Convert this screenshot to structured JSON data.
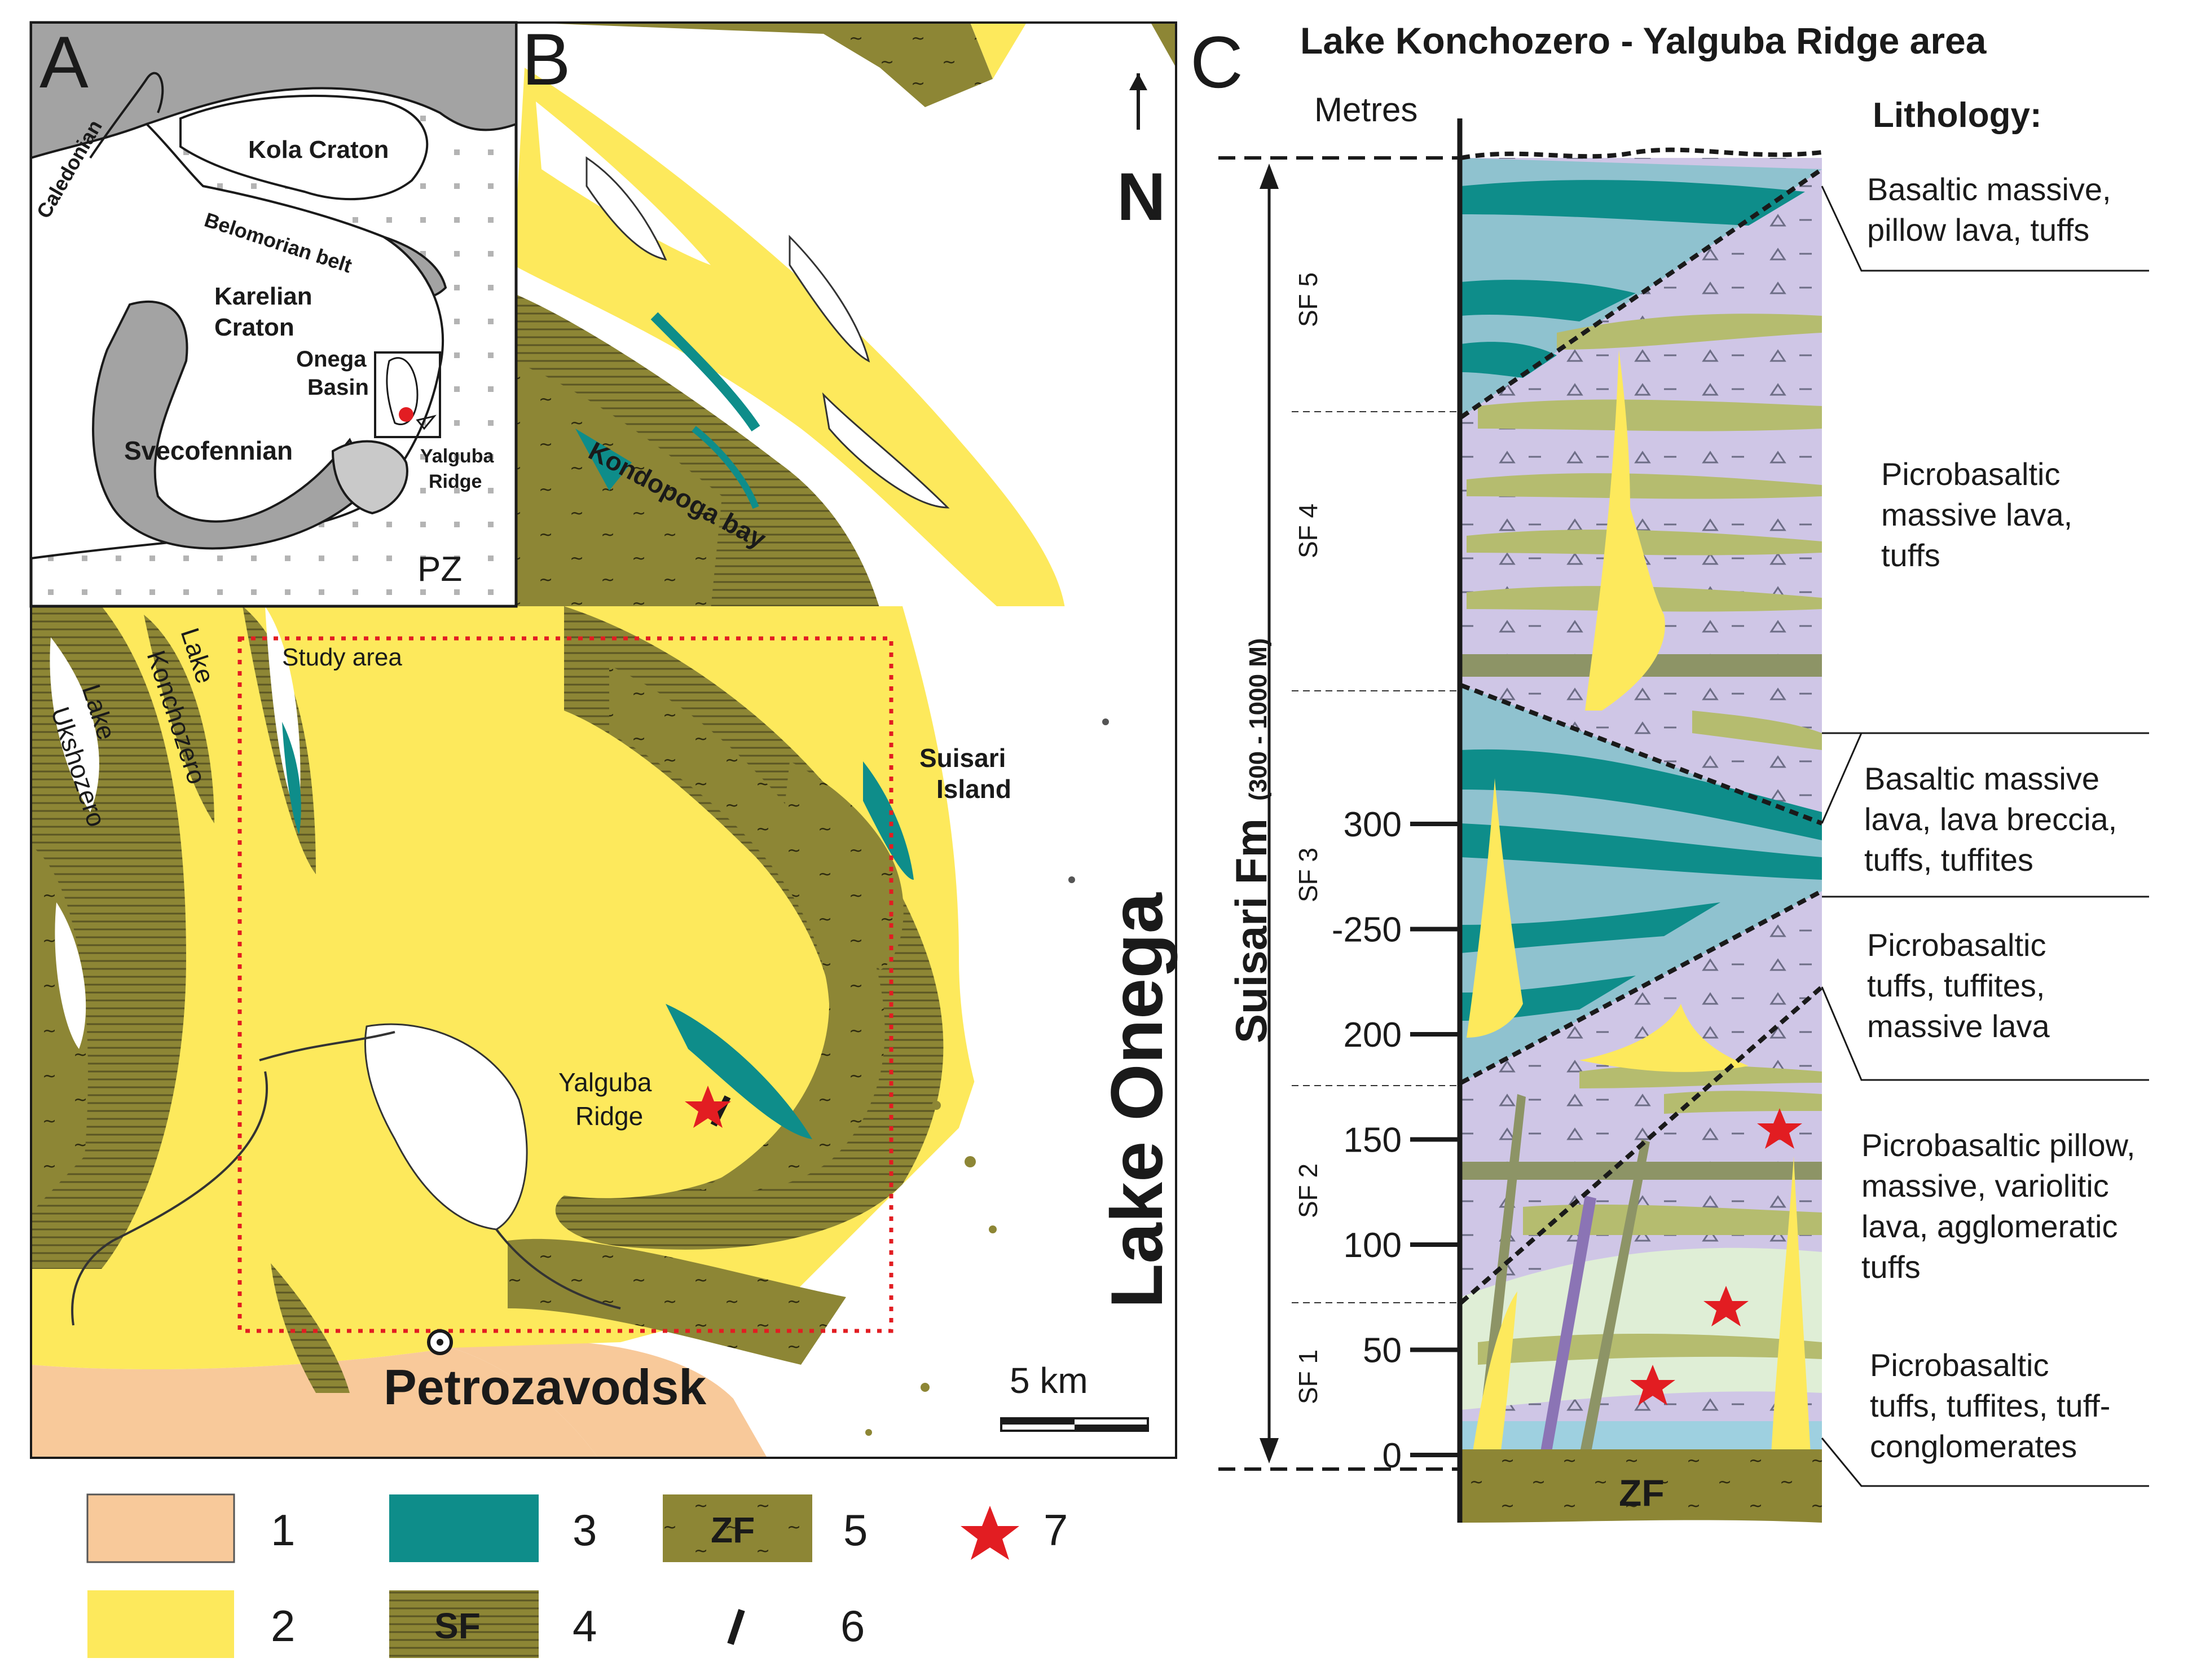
{
  "colors": {
    "pz_basement": "#f8c99a",
    "yellow_unit": "#fde95c",
    "teal_unit": "#0e8d8a",
    "olive_unit": "#8d8635",
    "grey_craton": "#a3a3a3",
    "lavender": "#cfc6e6",
    "lightblue": "#9ed0e0",
    "lightgreen": "#dfeed6",
    "column_green": "#b5bc6f",
    "red_star": "#e21d22",
    "study_area_dashes": "#e21d22"
  },
  "panel_a": {
    "letter": "A",
    "labels": {
      "caledonian": "Caledonian",
      "kola": "Kola Craton",
      "belomorian": "Belomorian belt",
      "karelian_1": "Karelian",
      "karelian_2": "Craton",
      "onega_1": "Onega",
      "onega_2": "Basin",
      "svecofennian": "Svecofennian",
      "yalguba_1": "Yalguba",
      "yalguba_2": "Ridge",
      "pz": "PZ"
    }
  },
  "panel_b": {
    "letter": "B",
    "north": "N",
    "labels": {
      "kondopoga": "Kondopoga bay",
      "study_area": "Study area",
      "suisari_1": "Suisari",
      "suisari_2": "Island",
      "lake_konchozero_1": "Lake",
      "lake_konchozero_2": "Konchozero",
      "lake_ukshozero_1": "Lake",
      "lake_ukshozero_2": "Ukshozero",
      "yalguba_1": "Yalguba",
      "yalguba_2": "Ridge",
      "lake_onega": "Lake Onega",
      "petrozavodsk": "Petrozavodsk",
      "scale": "5 km"
    }
  },
  "legend": [
    {
      "num": "1",
      "box_text": ""
    },
    {
      "num": "2",
      "box_text": ""
    },
    {
      "num": "3",
      "box_text": ""
    },
    {
      "num": "4",
      "box_text": "SF"
    },
    {
      "num": "5",
      "box_text": "ZF"
    },
    {
      "num": "6",
      "box_text": ""
    },
    {
      "num": "7",
      "box_text": ""
    }
  ],
  "panel_c": {
    "letter": "C",
    "title": "Lake Konchozero - Yalguba Ridge area",
    "metres_label": "Metres",
    "lithology_heading": "Lithology:",
    "formation_label": "Suisari Fm",
    "formation_range": "(300 - 1000 M)",
    "base_unit": "ZF",
    "depth_ticks": [
      {
        "label": "0",
        "metres": 0
      },
      {
        "label": "50",
        "metres": 50
      },
      {
        "label": "100",
        "metres": 100
      },
      {
        "label": "150",
        "metres": 150
      },
      {
        "label": "200",
        "metres": 200
      },
      {
        "label": "-250",
        "metres": 250
      },
      {
        "label": "300",
        "metres": 300
      }
    ],
    "subformations": [
      {
        "label": "SF 1"
      },
      {
        "label": "SF 2"
      },
      {
        "label": "SF 3"
      },
      {
        "label": "SF 4"
      },
      {
        "label": "SF 5"
      }
    ],
    "lithologies": [
      {
        "lines": [
          "Basaltic massive,",
          "pillow lava, tuffs"
        ]
      },
      {
        "lines": [
          "Picrobasaltic",
          "massive lava,",
          "tuffs"
        ]
      },
      {
        "lines": [
          "Basaltic massive",
          "lava, lava breccia,",
          "tuffs, tuffites"
        ]
      },
      {
        "lines": [
          "Picrobasaltic",
          "tuffs, tuffites,",
          "massive lava"
        ]
      },
      {
        "lines": [
          "Picrobasaltic pillow,",
          "massive, variolitic",
          "lava, agglomeratic",
          "tuffs"
        ]
      },
      {
        "lines": [
          "Picrobasaltic",
          "tuffs, tuffites, tuff-",
          "conglomerates"
        ]
      }
    ]
  }
}
